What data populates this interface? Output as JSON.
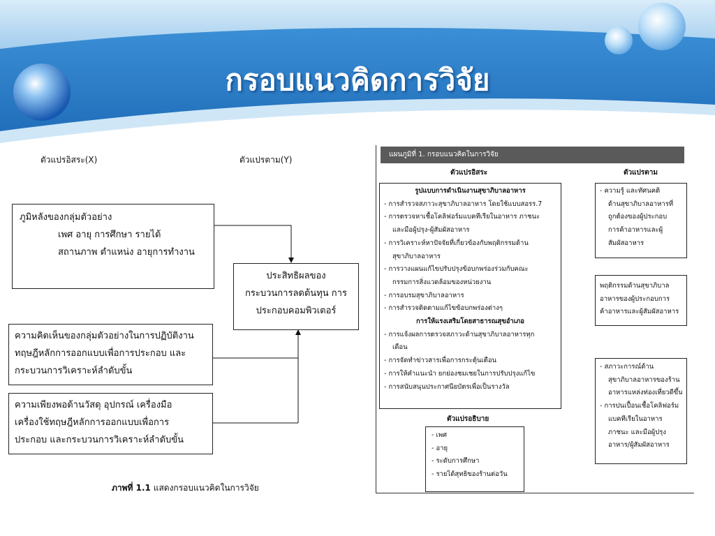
{
  "slide": {
    "title": "กรอบแนวคิดการวิจัย"
  },
  "left": {
    "independent_label": "ตัวแปรอิสระ(X)",
    "dependent_label": "ตัวแปรตาม(Y)",
    "box1": {
      "line1": "ภูมิหลังของกลุ่มตัวอย่าง",
      "line2": "เพศ อายุ การศึกษา รายได้",
      "line3": "สถานภาพ ตำแหน่ง อายุการทำงาน"
    },
    "box2": {
      "line1": "ความคิดเห็นของกลุ่มตัวอย่างในการปฏิบัติงาน",
      "line2": "ทฤษฎีหลักการออกแบบเพื่อการประกอบ และ",
      "line3": "กระบวนการวิเคราะห์ลำดับขั้น"
    },
    "box3": {
      "line1": "ความเพียงพอด้านวัสดุ อุปกรณ์ เครื่องมือ",
      "line2": "เครื่องใช้ทฤษฎีหลักการออกแบบเพื่อการ",
      "line3": "ประกอบ และกระบวนการวิเคราะห์ลำดับขั้น"
    },
    "result_box": {
      "line1": "ประสิทธิผลของ",
      "line2": "กระบวนการลดต้นทุน การ",
      "line3": "ประกอบคอมพิวเตอร์"
    },
    "caption_bold": "ภาพที่ 1.1",
    "caption_text": " แสดงกรอบแนวคิดในการวิจัย"
  },
  "figure": {
    "header": "แผนภูมิที่ 1. กรอบแนวคิดในการวิจัย",
    "independent_label": "ตัวแปรอิสระ",
    "dependent_label": "ตัวแปรตาม",
    "explanatory_label": "ตัวแปรอธิบาย",
    "main_box": {
      "heading1": "รูปแบบการดำเนินงานสุขาภิบาลอาหาร",
      "item1": "การสำรวจสภาวะสุขาภิบาลอาหาร โดยใช้แบบสอรร.7",
      "item2": "การตรวจหาเชื้อโคลิฟอร์มแบคทีเรียในอาหาร ภาชนะ",
      "item2b": "และมือผู้ปรุง-ผู้สัมผัสอาหาร",
      "item3": "การวิเคราะห์หาปัจจัยที่เกี่ยวข้องกับพฤติกรรมด้าน",
      "item3b": "สุขาภิบาลอาหาร",
      "item4": "การวางแผนแก้ไขปรับปรุงข้อบกพร่องร่วมกับคณะ",
      "item4b": "กรรมการสิ่งแวดล้อมของหน่วยงาน",
      "item5": "การอบรมสุขาภิบาลอาหาร",
      "item6": "การสำรวจติดตามแก้ไขข้อบกพร่องต่างๆ",
      "heading2": "การให้แรงเสริมโดยสาธารณสุขอำเภอ",
      "item7": "การแจ้งผลการตรวจสภาวะด้านสุขาภิบาลอาหารทุก",
      "item7b": "เดือน",
      "item8": "การจัดทำข่าวสารเพื่อการกระตุ้นเตือน",
      "item9": "การให้คำแนะนำ ยกย่องชมเชยในการปรับปรุงแก้ไข",
      "item10": "การสนับสนุนประกาศนียบัตรเพื่อเป็นรางวัล"
    },
    "explain_box": {
      "item1": "เพศ",
      "item2": "อายุ",
      "item3": "ระดับการศึกษา",
      "item4": "รายได้สุทธิของร้านต่อวัน"
    },
    "dep_box1": {
      "line1": "ความรู้ และทัศนคติ",
      "line2": "ด้านสุขาภิบาลอาหารที่",
      "line3": "ถูกต้องของผู้ประกอบ",
      "line4": "การค้าอาหารและผู้",
      "line5": "สัมผัสอาหาร"
    },
    "dep_box2": {
      "line1": "พฤติกรรมด้านสุขาภิบาล",
      "line2": "อาหารของผู้ประกอบการ",
      "line3": "ค้าอาหารและผู้สัมผัสอาหาร"
    },
    "dep_box3": {
      "line1": "สภาวะการณ์ด้าน",
      "line2": "สุขาภิบาลอาหารของร้าน",
      "line3": "อาหารแหล่งท่องเที่ยวดีขึ้น",
      "line4": "การปนเปื้อนเชื้อโคลิฟอร์ม",
      "line5": "แบคทีเรียในอาหาร",
      "line6": "ภาชนะ และมือผู้ปรุง",
      "line7": "อาหาร/ผู้สัมผัสอาหาร"
    }
  }
}
